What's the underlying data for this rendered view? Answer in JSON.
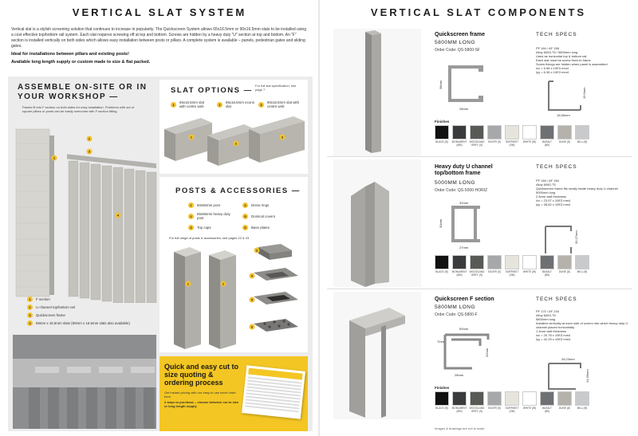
{
  "left": {
    "title": "VERTICAL SLAT SYSTEM",
    "intro": "Vertical slat is a stylish screening solution that continues to increase in popularity. The Quickscreen System allows 65x16.5mm or 90x16.5mm slats to be installed using a cost effective top/bottom rail system. Each slat requires screwing off at top and bottom. Screws are hidden by a heavy duty “U” section at top and bottom. An “F” section is installed vertically on both sides which allows easy installation between posts or pillars. A complete system is available – panels, pedestrian gates and sliding gates.",
    "ideal": "Ideal for installations between pillars and existing posts!",
    "available": "Available long length supply or custom made to size & flat packed.",
    "assemble": {
      "title": "ASSEMBLE ON-SITE OR IN YOUR WORKSHOP —",
      "desc": "Panels fit into F section on both sides for easy installation. Problems with out of square pillars or posts can be easily overcome with F section fitting.",
      "legend": [
        {
          "n": "1",
          "label": "F section"
        },
        {
          "n": "2",
          "label": "U channel top/bottom rail"
        },
        {
          "n": "3",
          "label": "Quickscreen frame"
        },
        {
          "n": "4",
          "label": "65mm x 16.5mm slats (90mm x 16.5mm slats also available)"
        }
      ]
    },
    "slat_options": {
      "title": "SLAT OPTIONS —",
      "note": "For full slat specification, see page 7",
      "items": [
        {
          "n": "1",
          "label": "65x16.5mm slat with centre web"
        },
        {
          "n": "2",
          "label": "65x16.5mm econo slat"
        },
        {
          "n": "3",
          "label": "90x16.5mm slat with centre web"
        }
      ]
    },
    "posts": {
      "title": "POSTS & ACCESSORIES —",
      "items": [
        {
          "n": "1",
          "label": "50x50mm post"
        },
        {
          "n": "2",
          "label": "65x65mm heavy duty post"
        },
        {
          "n": "3",
          "label": "Top caps"
        },
        {
          "n": "4",
          "label": "Dress rings"
        },
        {
          "n": "5",
          "label": "Domical covers"
        },
        {
          "n": "6",
          "label": "Base plates"
        }
      ],
      "note": "For full range of posts & accessories, see pages 22 & 23"
    },
    "quick": {
      "title": "Quick and easy cut to size quoting & ordering process",
      "desc": "Get instant pricing with our easy to use excel order form",
      "desc2": "2 ways to purchase – choose between cut to size or long length supply"
    }
  },
  "right": {
    "title": "VERTICAL SLAT COMPONENTS",
    "tech_label": "TECH SPECS",
    "finishes_label": "Finishes",
    "components": [
      {
        "name": "Quickscreen frame",
        "length": "5800MM LONG",
        "code": "Order Code: QS-5800-SF",
        "specs": [
          "PF 184 / AF 158",
          "Alloy 6063-T5 / 5800mm long",
          "Used as horizontal top & bottom rail",
          "Each slat must be screw fixed to frame",
          "Screw fixings are hidden when panel is assembled",
          "Ixx = 5.58 x 10E3 mm4",
          "Iyy = 6.36 x 10E3 mm4"
        ],
        "dims": [
          "38mm",
          "28mm",
          "16.65mm",
          "19.5mm"
        ]
      },
      {
        "name": "Heavy duty U channel top/bottom frame",
        "length": "5000MM LONG",
        "code": "Order Code: QS-5000-HORIZ",
        "specs": [
          "PF 184 / AF 184",
          "Alloy 6060-T5",
          "Quickscreen frame fits neatly inside heavy duty U channel",
          "5000mm long",
          "2.5mm wall thickness",
          "Ixx = 23.97 x 10E3 mm4",
          "Iyy = 38.82 x 10E3 mm4"
        ],
        "dims": [
          "32mm",
          "27mm",
          "30mm",
          "30.27mm"
        ]
      },
      {
        "name": "Quickscreen F section",
        "length": "5800MM LONG",
        "code": "Order Code: QS-5800-F",
        "specs": [
          "PF 170 / AF 234",
          "Alloy 6063-T6",
          "5800mm long",
          "Installed vertically at each side of screen into which heavy duty U channel placed horizontally",
          "1.4mm wall thickness",
          "Ixx = 20.78 x 10E3 mm4",
          "Iyy = 42.29 x 10E3 mm4"
        ],
        "dims": [
          "50mm",
          "7mm",
          "32mm",
          "28mm",
          "28.23mm",
          "24.39mm"
        ]
      }
    ],
    "finishes": [
      {
        "name": "BLACK (B)",
        "color": "#111111"
      },
      {
        "name": "MONUMENT (MN)",
        "color": "#3a3b3d"
      },
      {
        "name": "WOODLAND GREY (G)",
        "color": "#575a55"
      },
      {
        "name": "SILVER (S)",
        "color": "#a6a8aa"
      },
      {
        "name": "SURFMIST (SM)",
        "color": "#e6e4dc"
      },
      {
        "name": "WHITE (W)",
        "color": "#ffffff"
      },
      {
        "name": "BASALT (BS)",
        "color": "#6e7073"
      },
      {
        "name": "DUNE (D)",
        "color": "#b4b2ab"
      },
      {
        "name": "MILL (M)",
        "color": "#c9cacc"
      }
    ],
    "footnote": "Images & drawings are not to scale"
  }
}
